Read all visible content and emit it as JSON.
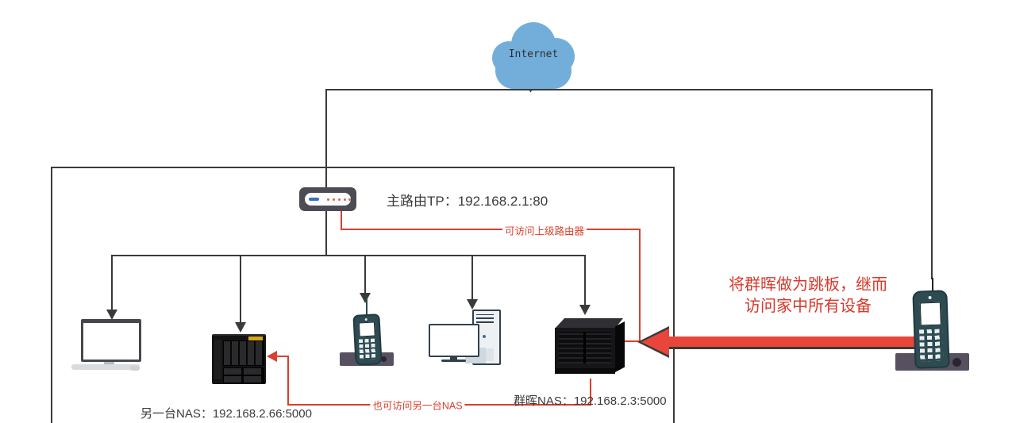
{
  "internet": {
    "label": "Internet"
  },
  "router": {
    "label": "主路由TP：192.168.2.1:80"
  },
  "devices": {
    "nas_other": {
      "label": "另一台NAS：192.168.2.66:5000"
    },
    "nas_synology": {
      "label": "群晖NAS：192.168.2.3:5000"
    }
  },
  "annotations": {
    "to_router": "可访问上级路由器",
    "to_other_nas": "也可访问另一台NAS",
    "remote_line1": "将群晖做为跳板，继而",
    "remote_line2": "访问家中所有设备"
  },
  "colors": {
    "accent_red": "#d9402e",
    "thick_arrow_red": "#e8463a",
    "line_black": "#3a3a3a",
    "cloud_blue": "#73aedb"
  }
}
